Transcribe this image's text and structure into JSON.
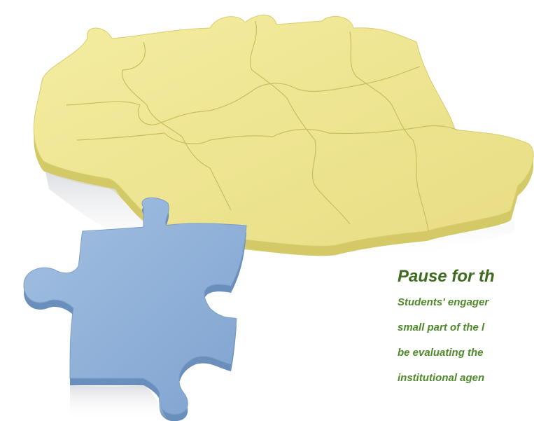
{
  "slide": {
    "title": "Pause for th",
    "body_lines": [
      "Students' engager",
      "small part of the l",
      "be evaluating the",
      "institutional agen"
    ]
  },
  "illustration": {
    "icon": "puzzle-icon",
    "colors": {
      "yellow_piece": "#efe58e",
      "yellow_side": "#d8cd6c",
      "yellow_seam": "#c7bc62",
      "blue_piece": "#8fb0d8",
      "blue_side": "#6f93c0",
      "heading_text": "#3d6b1f",
      "body_text": "#4f8a2a"
    }
  }
}
